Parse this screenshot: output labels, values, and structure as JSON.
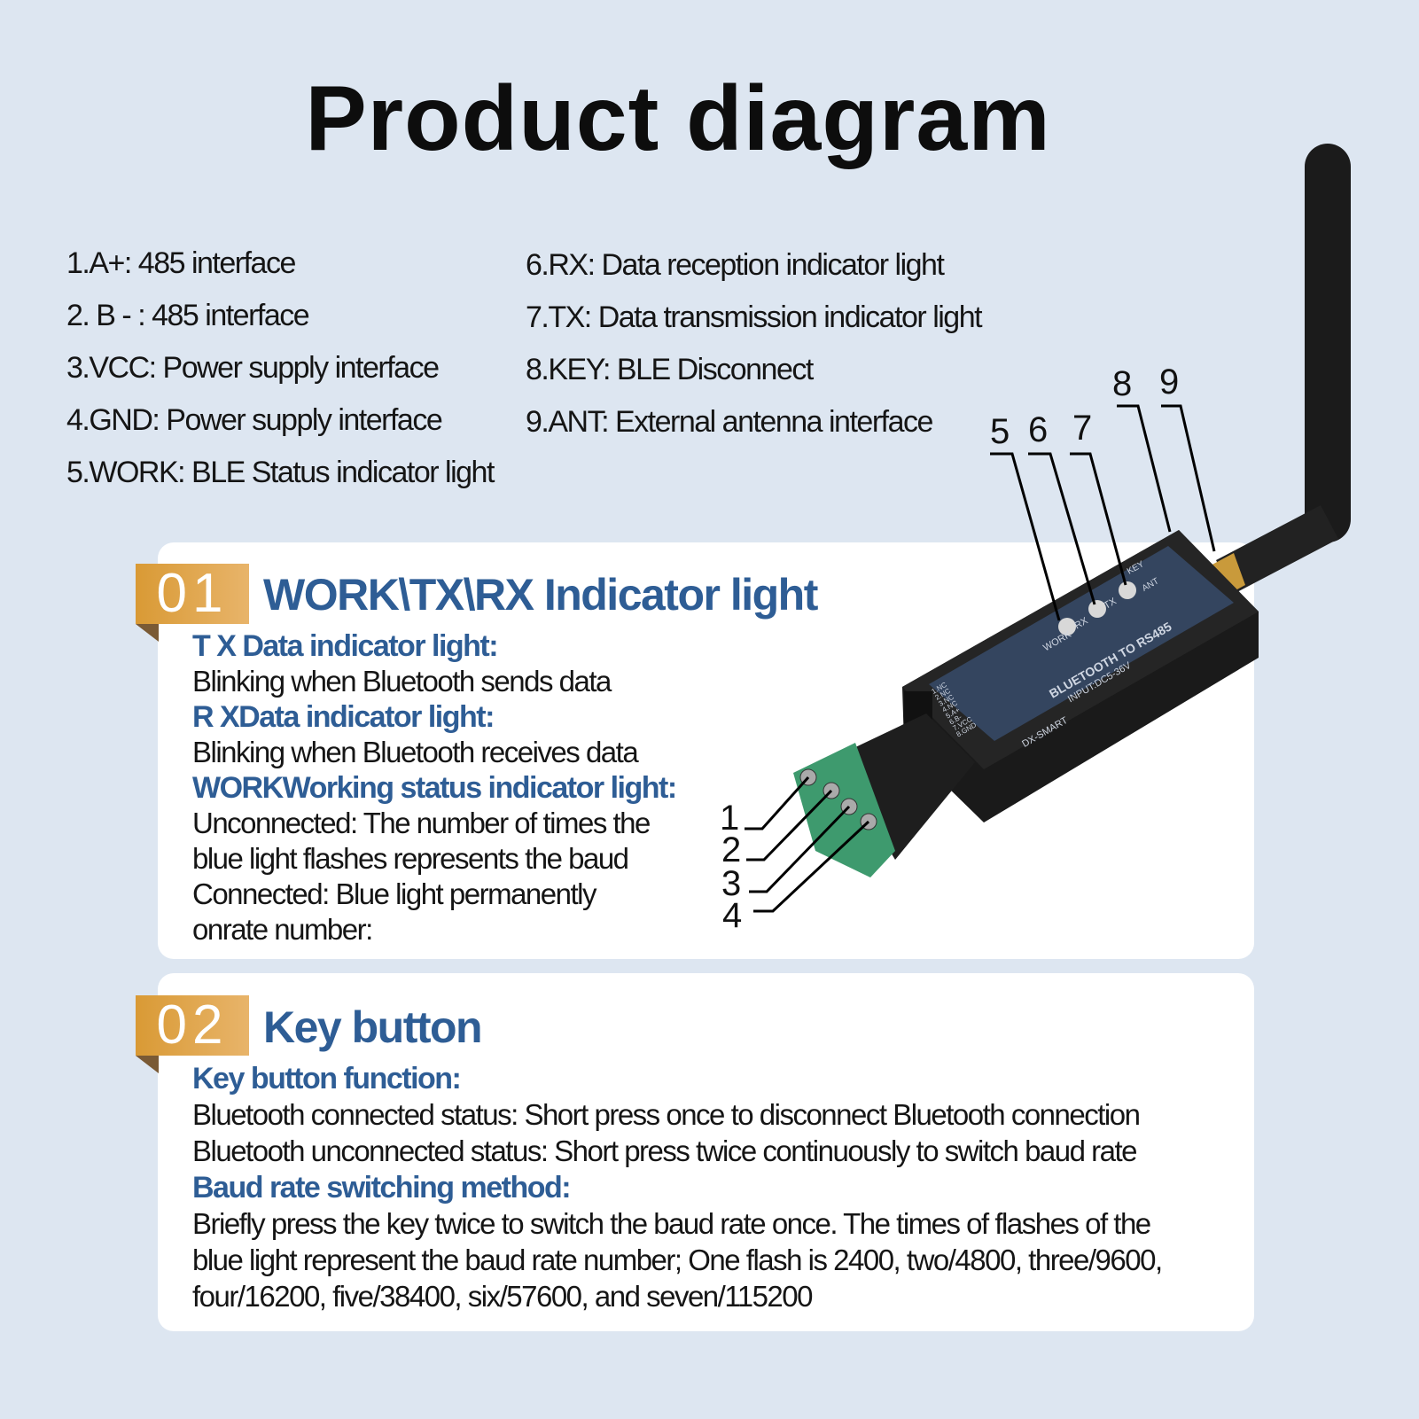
{
  "title": "Product diagram",
  "legend": [
    "1.A+:  485 interface",
    "2. B - :  485 interface",
    "3.VCC:  Power supply interface",
    "4.GND:  Power supply interface",
    "5.WORK:  BLE Status indicator light",
    "6.RX:  Data reception indicator light",
    "7.TX:  Data transmission indicator light",
    "8.KEY:  BLE Disconnect",
    "9.ANT:  External antenna interface"
  ],
  "section1": {
    "badge": "01",
    "heading": "WORK\\TX\\RX Indicator light",
    "lines": [
      {
        "type": "sub",
        "text": "T X Data indicator light:"
      },
      {
        "type": "t",
        "text": "Blinking when Bluetooth sends data"
      },
      {
        "type": "sub",
        "text": "R XData indicator light:"
      },
      {
        "type": "t",
        "text": "Blinking when Bluetooth receives data"
      },
      {
        "type": "sub",
        "text": "WORKWorking status indicator light:"
      },
      {
        "type": "t",
        "text": "Unconnected: The number of times the"
      },
      {
        "type": "t",
        "text": "blue light flashes represents the baud"
      },
      {
        "type": "t",
        "text": "Connected: Blue light permanently"
      },
      {
        "type": "t",
        "text": "onrate number:"
      }
    ]
  },
  "section2": {
    "badge": "02",
    "heading": "Key button",
    "lines": [
      {
        "type": "sub",
        "text": "Key button function:"
      },
      {
        "type": "t",
        "text": "Bluetooth connected status: Short press once to disconnect Bluetooth connection"
      },
      {
        "type": "t",
        "text": "Bluetooth unconnected status: Short press twice continuously to switch baud rate"
      },
      {
        "type": "sub",
        "text": "Baud rate switching method:"
      },
      {
        "type": "t",
        "text": "Briefly press the key twice to switch the baud rate once. The times of flashes of the"
      },
      {
        "type": "t",
        "text": "blue light represent the baud rate number; One flash is 2400, two/4800, three/9600,"
      },
      {
        "type": "t",
        "text": "four/16200, five/38400, six/57600, and seven/115200"
      }
    ]
  },
  "callouts": {
    "top": [
      "5",
      "6",
      "7",
      "8",
      "9"
    ],
    "side": [
      "1",
      "2",
      "3",
      "4"
    ]
  },
  "device": {
    "brand": "DX-SMART",
    "model": "BLUETOOTH TO RS485",
    "input": "INPUT:DC5-36V",
    "leds": [
      "WORK",
      "RX",
      "TX"
    ],
    "key": "KEY",
    "ant": "ANT",
    "pins": [
      "1.NC",
      "2.NC",
      "3.NC",
      "4.NC",
      "5.A+",
      "6.B-",
      "7.VCC",
      "8.GND"
    ]
  }
}
